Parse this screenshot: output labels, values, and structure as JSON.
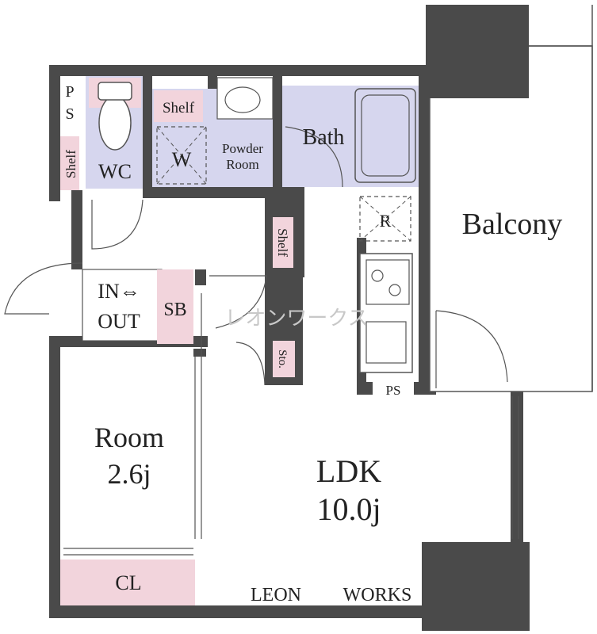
{
  "colors": {
    "wall": "#4a4a4a",
    "wet_area": "#d6d6ee",
    "storage": "#f2d4dc",
    "floor": "#ffffff",
    "line": "#555555"
  },
  "rooms": {
    "balcony": "Balcony",
    "bath": "Bath",
    "powder_room_line1": "Powder",
    "powder_room_line2": "Room",
    "washer": "W",
    "wc": "WC",
    "ps_top_p": "P",
    "ps_top_s": "S",
    "shelf_wc": "Shelf",
    "shelf_powder": "Shelf",
    "shelf_hall": "Shelf",
    "refrigerator": "R",
    "entrance_in": "IN⇔",
    "entrance_out": "OUT",
    "shoe_box": "SB",
    "storage_small": "Sto.",
    "ps_kitchen": "PS",
    "room_name": "Room",
    "room_size": "2.6j",
    "ldk_name": "LDK",
    "ldk_size": "10.0j",
    "closet": "CL",
    "brand_leon": "LEON",
    "brand_works": "WORKS",
    "watermark": "レオンワークス"
  }
}
